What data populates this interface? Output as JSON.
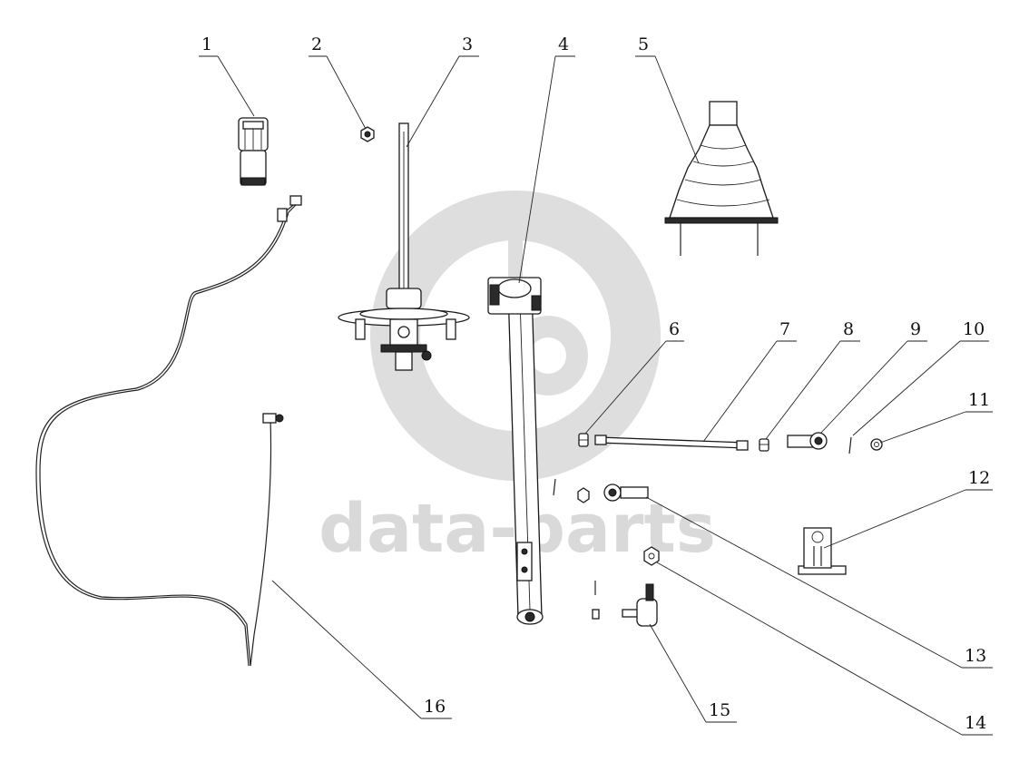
{
  "watermark": {
    "text": "data-parts",
    "color": "#d9d9d9"
  },
  "callouts": [
    {
      "number": "1"
    },
    {
      "number": "2"
    },
    {
      "number": "3"
    },
    {
      "number": "4"
    },
    {
      "number": "5"
    },
    {
      "number": "6"
    },
    {
      "number": "7"
    },
    {
      "number": "8"
    },
    {
      "number": "9"
    },
    {
      "number": "10"
    },
    {
      "number": "11"
    },
    {
      "number": "12"
    },
    {
      "number": "13"
    },
    {
      "number": "14"
    },
    {
      "number": "15"
    },
    {
      "number": "16"
    }
  ],
  "colors": {
    "line": "#222222",
    "background": "#ffffff"
  }
}
